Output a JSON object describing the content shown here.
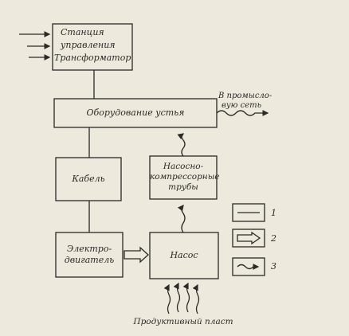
{
  "control_station": {
    "line1": "Станция",
    "line2": "управления",
    "line3": "Трансформатор"
  },
  "wellhead": {
    "label": "Оборудование устья"
  },
  "field_network": {
    "line1": "В промысло-",
    "line2": "вую сеть"
  },
  "cable": {
    "label": "Кабель"
  },
  "tubing": {
    "line1": "Насосно-",
    "line2": "компрессорные",
    "line3": "трубы"
  },
  "motor": {
    "line1": "Электро-",
    "line2": "двигатель"
  },
  "pump": {
    "label": "Насос"
  },
  "reservoir": {
    "label": "Продуктивный пласт"
  },
  "legend": {
    "item1_num": "1",
    "item2_num": "2",
    "item3_num": "3"
  },
  "colors": {
    "background": "#ede9dc",
    "ink": "#2b2a26"
  }
}
